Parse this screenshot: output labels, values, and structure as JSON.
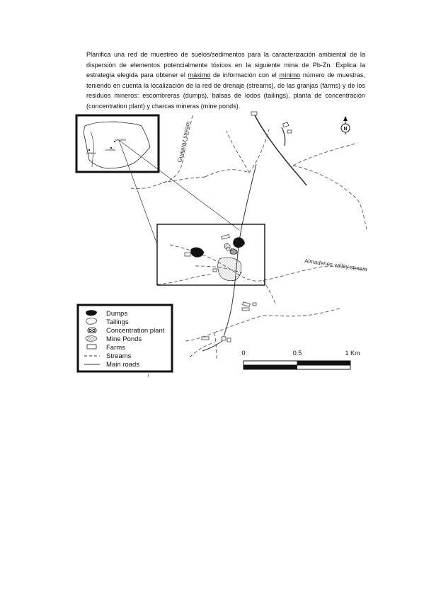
{
  "prompt": {
    "p1": "Planifica una red de muestreo de suelos/sedimentos para la caracterización ambiental de la dispersión de elementos potencialmente tóxicos en la siguiente mina de Pb-Zn. Explica la estrategia elegida para obtener el ",
    "maximo": "máximo",
    "p2": " de información con el ",
    "minimo": "mínimo",
    "p3": " número de muestras, teniendo en cuenta la localización de la red de drenaje (streams), de las granjas (farms) y de los residuos mineros: escombreras (dumps), balsas de lodos (tailings), planta de concentración (concentration plant) y charcas mineras (mine ponds)."
  },
  "map": {
    "north_label": "N",
    "stream_labels": {
      "guajaraz": "Guajaraz stream",
      "almadenes": "Almadenes valley stream"
    },
    "inset_labels": {
      "madrid": "MADRID",
      "la_mina": "LA MINA",
      "lisboa": "LISBOA"
    },
    "legend": {
      "dumps": "Dumps",
      "tailings": "Tailings",
      "concentration_plant": "Concentration plant",
      "mine_ponds": "Mine Ponds",
      "farms": "Farms",
      "streams": "Streams",
      "main_roads": "Main roads"
    },
    "scale": {
      "zero": "0",
      "half": "0.5",
      "one": "1 Km"
    }
  }
}
